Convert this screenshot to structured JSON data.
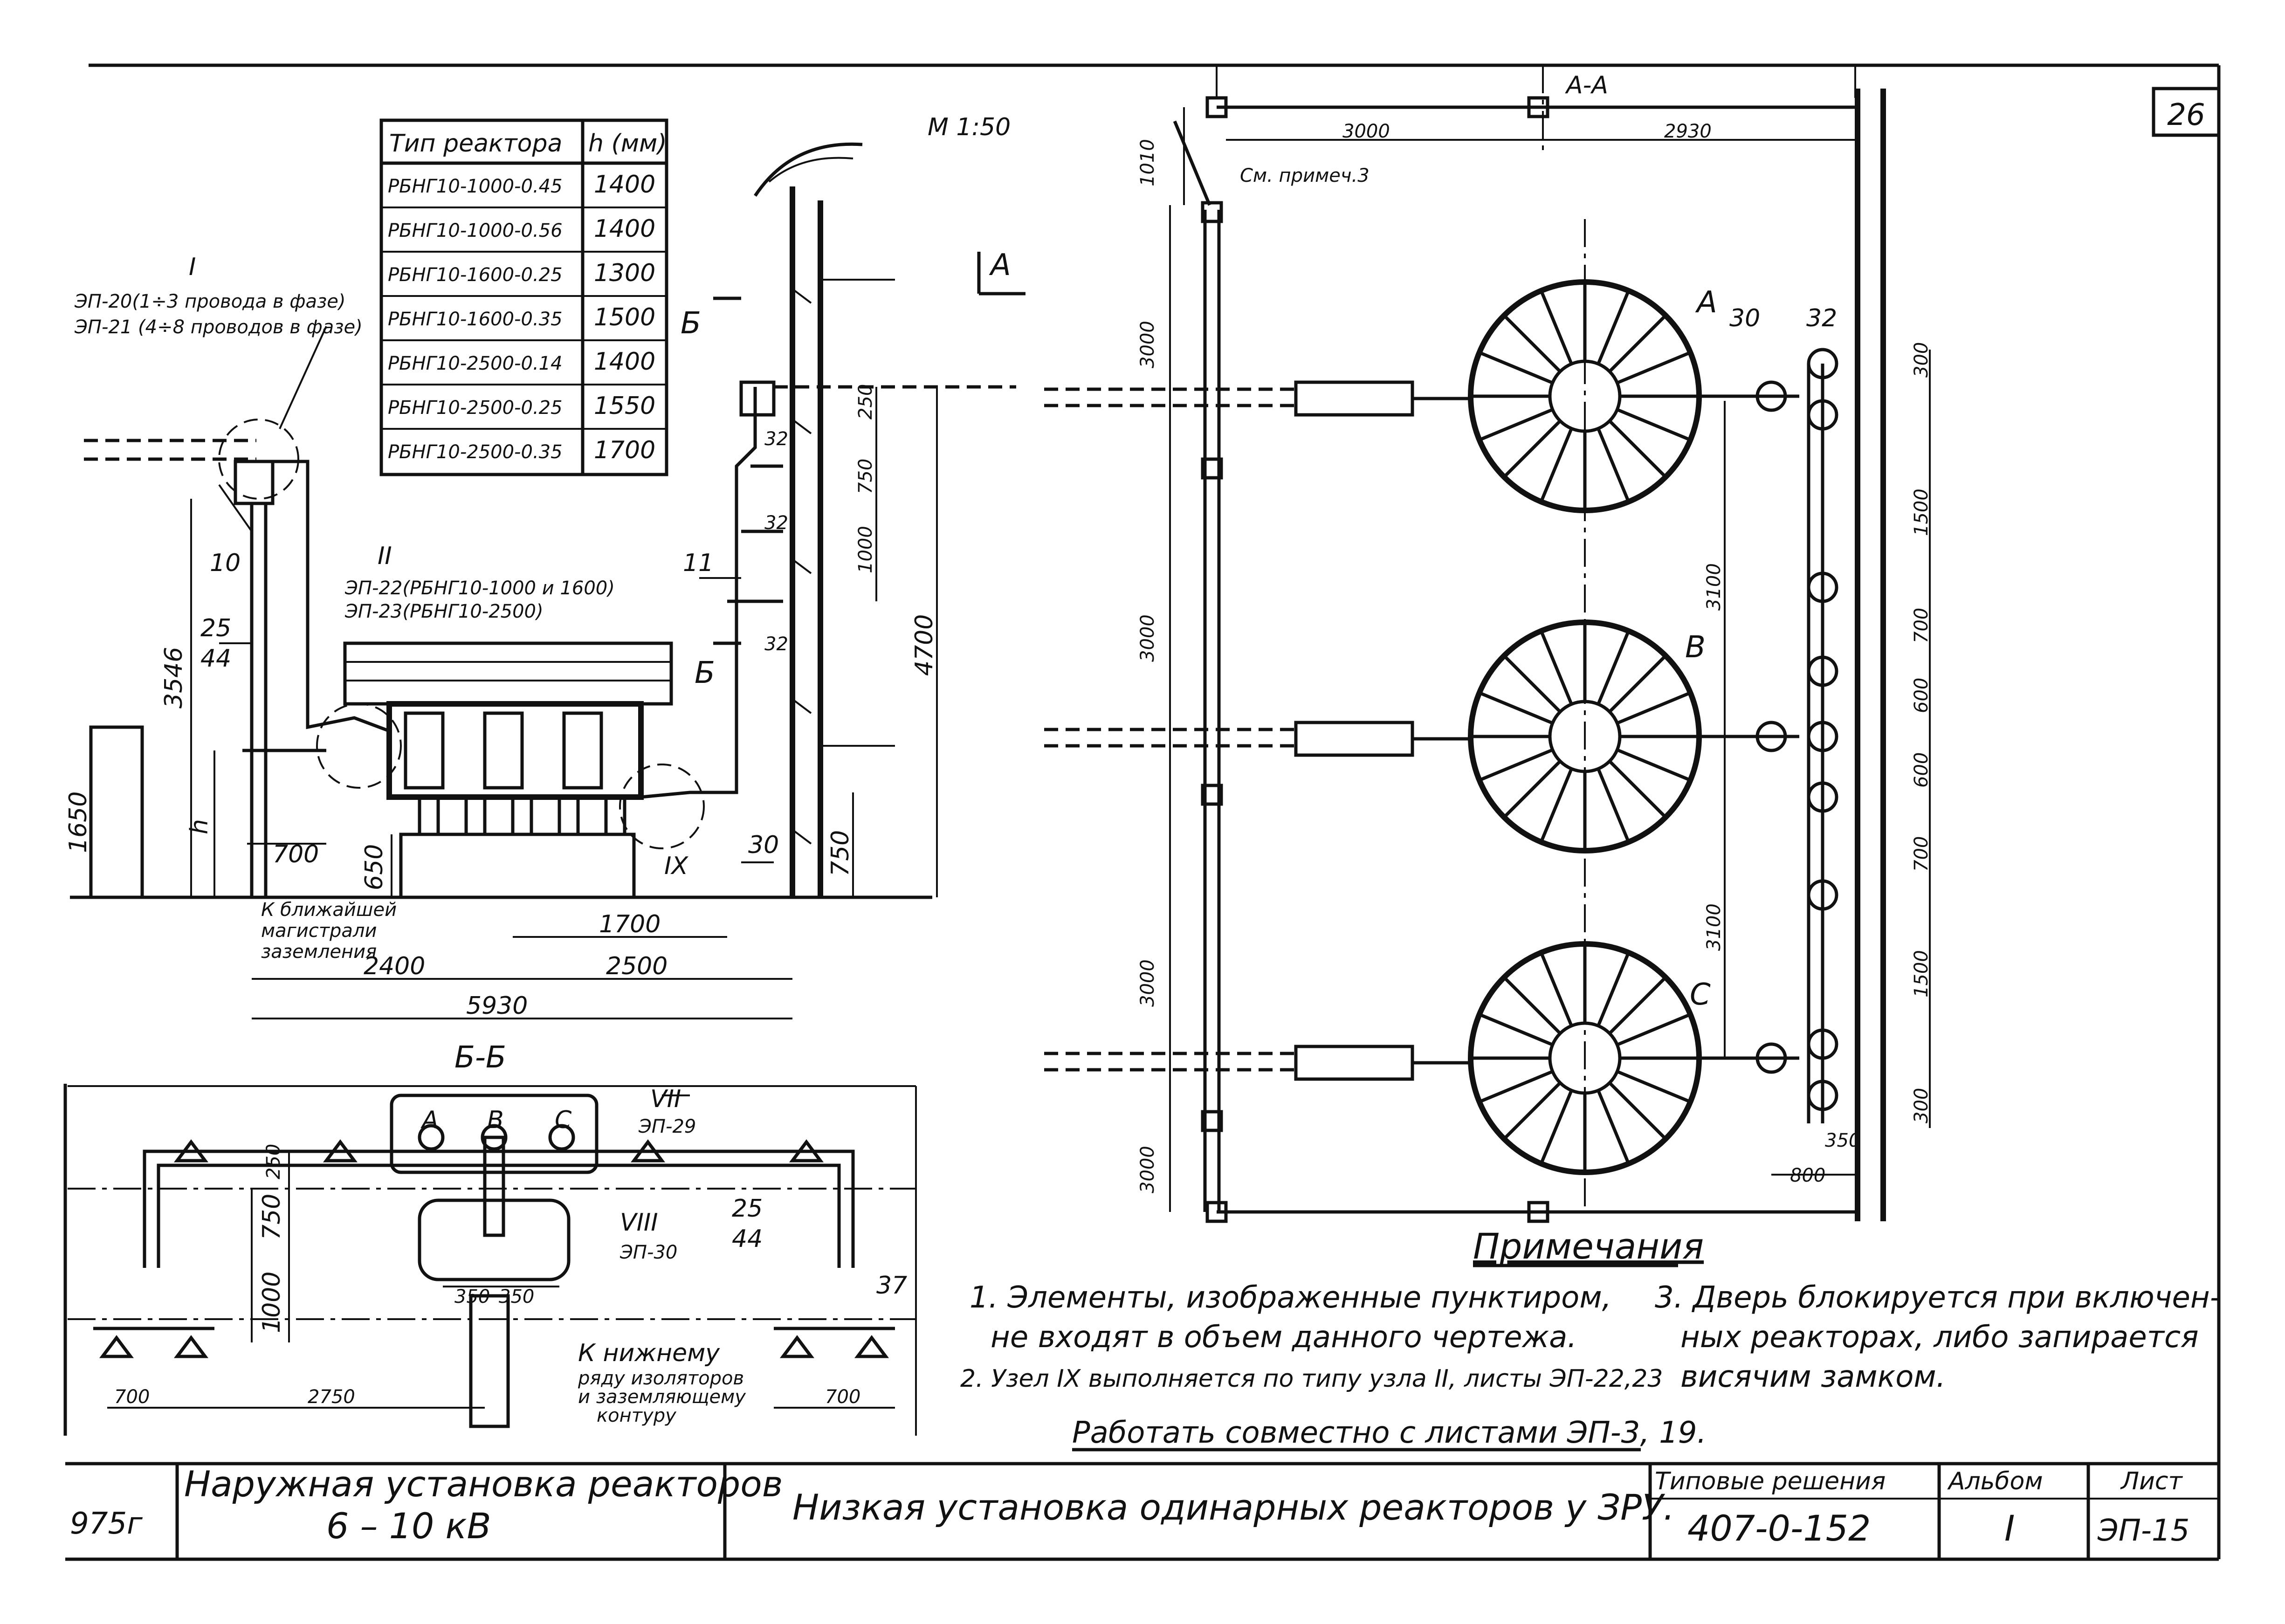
{
  "sheet_number": "26",
  "scale": "М 1:50",
  "reactor_table": {
    "headers": [
      "Тип реактора",
      "h (мм)"
    ],
    "rows": [
      [
        "РБНГ10-1000-0.45",
        "1400"
      ],
      [
        "РБНГ10-1000-0.56",
        "1400"
      ],
      [
        "РБНГ10-1600-0.25",
        "1300"
      ],
      [
        "РБНГ10-1600-0.35",
        "1500"
      ],
      [
        "РБНГ10-2500-0.14",
        "1400"
      ],
      [
        "РБНГ10-2500-0.25",
        "1550"
      ],
      [
        "РБНГ10-2500-0.35",
        "1700"
      ]
    ]
  },
  "left_view": {
    "node_i_label": "I",
    "node_i_line1": "ЭП-20(1÷3 провода в фазе)",
    "node_i_line2": "ЭП-21 (4÷8 проводов в фазе)",
    "node_ii_label": "II",
    "node_ii_line1": "ЭП-22(РБНГ10-1000 и 1600)",
    "node_ii_line2": "ЭП-23(РБНГ10-2500)",
    "node_ix_label": "IX",
    "section_b": "Б",
    "section_a": "А",
    "callouts": {
      "c10": "10",
      "c25": "25",
      "c44": "44",
      "c11": "11",
      "c32a": "32",
      "c32b": "32",
      "c32c": "32",
      "c30": "30"
    },
    "dims": {
      "d3546": "3546",
      "h": "h",
      "d1650": "1650",
      "d700": "700",
      "d650": "650",
      "d250": "250",
      "d750a": "750",
      "d1000": "1000",
      "d4700": "4700",
      "d750b": "750",
      "d1700": "1700",
      "d2400": "2400",
      "d2500": "2500",
      "d5930": "5930"
    },
    "ground_note_line1": "К ближайшей",
    "ground_note_line2": "магистрали",
    "ground_note_line3": "заземления"
  },
  "section_bb": {
    "title": "Б-Б",
    "phase_a": "A",
    "phase_b": "B",
    "phase_c": "C",
    "node_vii": "VII",
    "node_vii_ref": "ЭП-29",
    "node_viii": "VIII",
    "node_viii_ref": "ЭП-30",
    "callout_25": "25",
    "callout_44": "44",
    "callout_37": "37",
    "dims": {
      "d250": "250",
      "d750": "750",
      "d1000": "1000",
      "d350a": "350",
      "d350b": "350",
      "d700a": "700",
      "d2750": "2750",
      "d700b": "700"
    },
    "note_line1": "К нижнему",
    "note_line2": "ряду изоляторов",
    "note_line3": "и заземляющему",
    "note_line4": "контуру"
  },
  "plan_view": {
    "section_title": "А-А",
    "see_note": "См. примеч.3",
    "reactor_labels": [
      "A",
      "B",
      "C"
    ],
    "callout_30": "30",
    "callout_32": "32",
    "dims": {
      "d1010": "1010",
      "d3000top": "3000",
      "d2930": "2930",
      "d3000v1": "3000",
      "d3000v2": "3000",
      "d3000v3": "3000",
      "d3000v4": "3000",
      "d3100a": "3100",
      "d3100b": "3100",
      "r300a": "300",
      "r1500a": "1500",
      "r700a": "700",
      "r600a": "600",
      "r600b": "600",
      "r700b": "700",
      "r1500b": "1500",
      "r300b": "300",
      "d350": "350",
      "d800": "800"
    }
  },
  "notes": {
    "heading": "Примечания",
    "n1_line1": "1. Элементы, изображенные пунктиром,",
    "n1_line2": "не входят в объем данного чертежа.",
    "n2": "2. Узел IX выполняется по типу узла II, листы ЭП-22,23",
    "n3_line1": "3. Дверь блокируется при включен-",
    "n3_line2": "ных реакторах, либо запирается",
    "n3_line3": "висячим замком.",
    "work_with": "Работать совместно с листами ЭП-3, 19."
  },
  "title_block": {
    "code": "975г",
    "title_line1": "Наружная установка реакторов",
    "title_line2": "6 – 10 кВ",
    "subtitle": "Низкая установка одинарных реакторов у ЗРУ.",
    "typical_label": "Типовые решения",
    "typical_value": "407-0-152",
    "album_label": "Альбом",
    "album_value": "I",
    "sheet_label": "Лист",
    "sheet_value": "ЭП-15"
  }
}
